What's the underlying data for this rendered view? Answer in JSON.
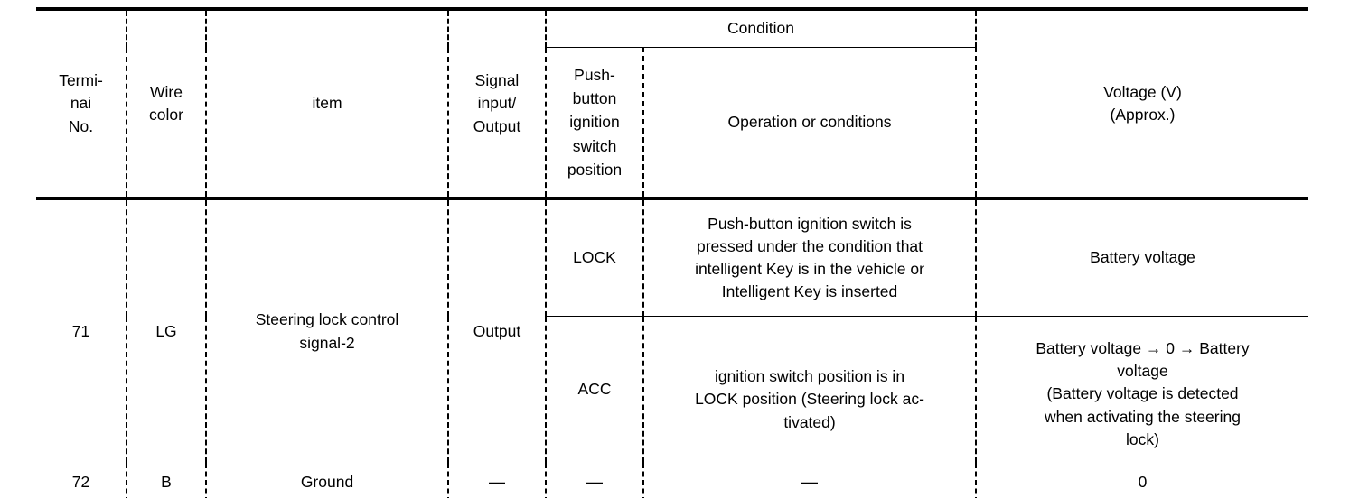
{
  "table": {
    "group_header": {
      "condition": "Condition"
    },
    "columns": [
      {
        "key": "terminal_no",
        "label_lines": [
          "Termi-",
          "nai",
          "No."
        ]
      },
      {
        "key": "wire_color",
        "label_lines": [
          "Wire",
          "color"
        ]
      },
      {
        "key": "item",
        "label_lines": [
          "item"
        ]
      },
      {
        "key": "signal_io",
        "label_lines": [
          "Signal",
          "input/",
          "Output"
        ]
      },
      {
        "key": "switch_position",
        "label_lines": [
          "Push-",
          "button",
          "ignition",
          "switch",
          "position"
        ]
      },
      {
        "key": "operation",
        "label_lines": [
          "Operation or conditions"
        ]
      },
      {
        "key": "voltage",
        "label_lines": [
          "Voltage (V)",
          "(Approx.)"
        ]
      }
    ],
    "rows": [
      {
        "terminal_no": "71",
        "wire_color": "LG",
        "item_lines": [
          "Steering lock control",
          "signal-2"
        ],
        "signal_io": "Output",
        "conditions": [
          {
            "switch_position": "LOCK",
            "operation_lines": [
              "Push-button ignition switch is",
              "pressed under the condition that",
              "intelligent Key is in the vehicle or",
              "Intelligent Key is inserted"
            ],
            "voltage_lines": [
              "Battery voltage"
            ]
          },
          {
            "switch_position": "ACC",
            "operation_lines": [
              "ignition switch position is in",
              "LOCK position (Steering lock ac-",
              "tivated)"
            ],
            "voltage_lines": [
              "Battery voltage → 0 → Battery",
              "voltage",
              "(Battery voltage is detected",
              "when activating the steering",
              "lock)"
            ]
          }
        ]
      },
      {
        "terminal_no": "72",
        "wire_color": "B",
        "item_lines": [
          "Ground"
        ],
        "signal_io": "—",
        "conditions": [
          {
            "switch_position": "—",
            "operation_lines": [
              "—"
            ],
            "voltage_lines": [
              "0"
            ]
          }
        ]
      }
    ]
  }
}
